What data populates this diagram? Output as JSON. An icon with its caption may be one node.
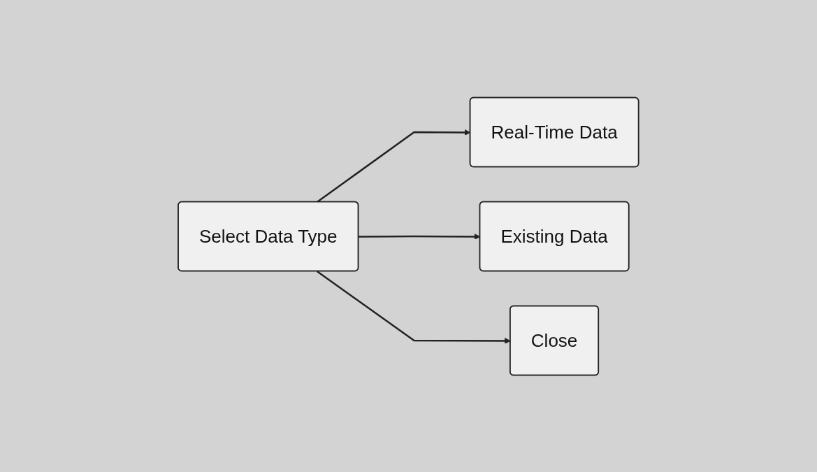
{
  "diagram": {
    "nodes": [
      {
        "text": [
          "Select Data Type"
        ]
      },
      {
        "text": [
          "Real-Time Data"
        ]
      },
      {
        "text": [
          "Existing Data"
        ]
      },
      {
        "text": [
          "Close"
        ]
      }
    ],
    "edges": [
      {
        "from": 0,
        "to": 1,
        "arrow": "to"
      },
      {
        "from": 0,
        "to": 2,
        "arrow": "to"
      },
      {
        "from": 0,
        "to": 3,
        "arrow": "to"
      }
    ]
  }
}
